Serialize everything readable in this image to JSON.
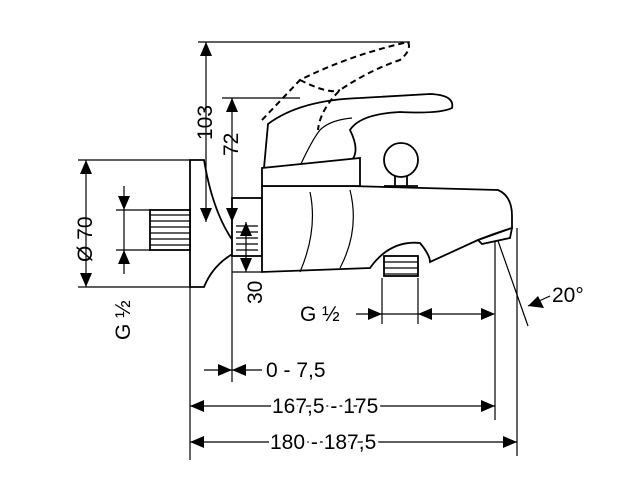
{
  "diagram": {
    "dimensions": {
      "height_lever_open": "103",
      "height_lever_closed": "72",
      "rosette_diameter": "Ø 70",
      "inlet_thread": "G ½",
      "lower_offset": "30",
      "outlet_thread": "G ½",
      "spout_angle": "20°",
      "wall_adjust": "0 - 7,5",
      "length_short": "167,5 - 175",
      "length_long": "180 - 187,5"
    }
  }
}
